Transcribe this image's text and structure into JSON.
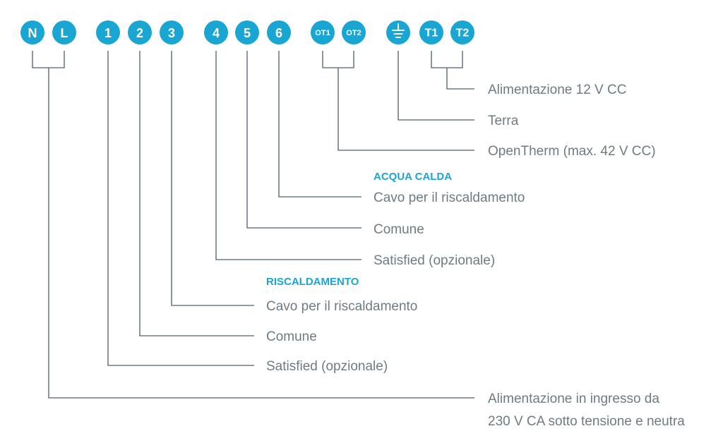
{
  "terminals": {
    "n": "N",
    "l": "L",
    "t1": "1",
    "t2": "2",
    "t3": "3",
    "t4": "4",
    "t5": "5",
    "t6": "6",
    "ot1": "OT1",
    "ot2": "OT2",
    "ground": "⏚",
    "tt1": "T1",
    "tt2": "T2"
  },
  "labels": {
    "power_12v": "Alimentazione 12 V CC",
    "earth": "Terra",
    "opentherm": "OpenTherm (max. 42 V CC)",
    "hot_water_header": "ACQUA CALDA",
    "hw_heating_cable": "Cavo per il riscaldamento",
    "hw_common": "Comune",
    "hw_satisfied": "Satisfied (opzionale)",
    "heating_header": "RISCALDAMENTO",
    "ht_heating_cable": "Cavo per il riscaldamento",
    "ht_common": "Comune",
    "ht_satisfied": "Satisfied (opzionale)",
    "mains_line1": "Alimentazione in ingresso da",
    "mains_line2": "230 V CA sotto tensione e neutra"
  },
  "colors": {
    "accent": "#1aa6d2",
    "line": "#6b7c86",
    "text": "#6e7b84"
  }
}
